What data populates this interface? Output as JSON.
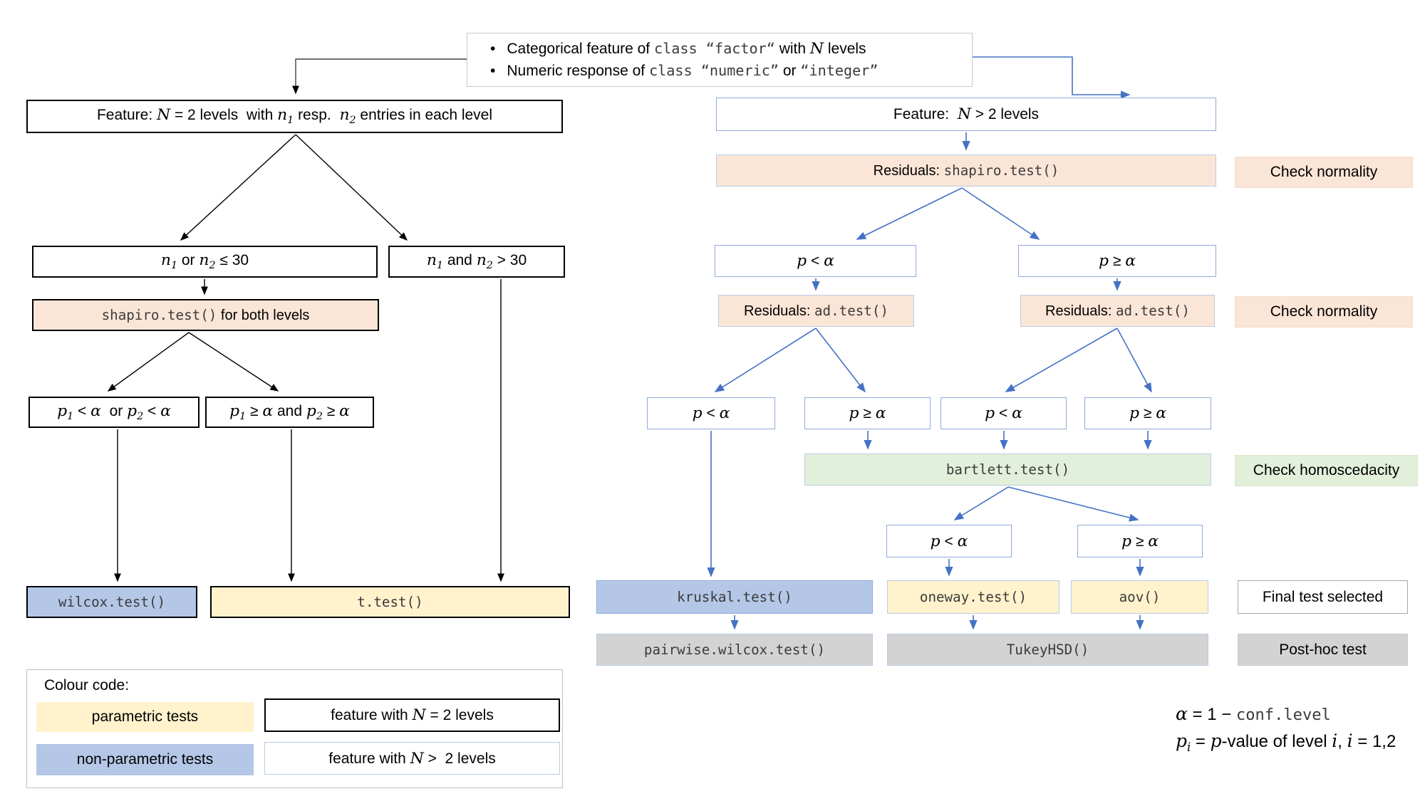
{
  "palette": {
    "parametric_fill": "#fff2cc",
    "nonparametric_fill": "#b4c7e7",
    "normality_fill": "#fbe5d6",
    "homoscedacity_fill": "#e2efda",
    "posthoc_fill": "#d3d3d3",
    "blue_border": "#8faadc",
    "blue_border_light": "#b9cce4",
    "arrow_blue": "#4472c4",
    "arrow_black": "#000000"
  },
  "note_box": {
    "bullet1": [
      {
        "t": "Categorical feature of "
      },
      {
        "t": "class “factor“",
        "c": "code"
      },
      {
        "t": " with "
      },
      {
        "t": "N",
        "c": "mi"
      },
      {
        "t": " levels"
      }
    ],
    "bullet2": [
      {
        "t": "Numeric response of "
      },
      {
        "t": "class “numeric”",
        "c": "code"
      },
      {
        "t": " or "
      },
      {
        "t": "“integer”",
        "c": "code"
      }
    ]
  },
  "left_tree": {
    "root": [
      {
        "t": "Feature: "
      },
      {
        "t": "N",
        "c": "mi"
      },
      {
        "t": " = 2 levels  with "
      },
      {
        "t": "n",
        "c": "mi"
      },
      {
        "t": "1",
        "c": "mi sub"
      },
      {
        "t": " resp.  "
      },
      {
        "t": "n",
        "c": "mi"
      },
      {
        "t": "2",
        "c": "mi sub"
      },
      {
        "t": " entries in each level"
      }
    ],
    "n_small": [
      {
        "t": "n",
        "c": "mi"
      },
      {
        "t": "1",
        "c": "mi sub"
      },
      {
        "t": " or "
      },
      {
        "t": "n",
        "c": "mi"
      },
      {
        "t": "2",
        "c": "mi sub"
      },
      {
        "t": " ≤ 30"
      }
    ],
    "n_large": [
      {
        "t": "n",
        "c": "mi"
      },
      {
        "t": "1",
        "c": "mi sub"
      },
      {
        "t": " and "
      },
      {
        "t": "n",
        "c": "mi"
      },
      {
        "t": "2",
        "c": "mi sub"
      },
      {
        "t": " > 30"
      }
    ],
    "shapiro": [
      {
        "t": "shapiro.test()",
        "c": "code"
      },
      {
        "t": " for both levels"
      }
    ],
    "p_small": [
      {
        "t": "p",
        "c": "mi"
      },
      {
        "t": "1",
        "c": "mi sub"
      },
      {
        "t": " < "
      },
      {
        "t": "α",
        "c": "mi"
      },
      {
        "t": "  or "
      },
      {
        "t": "p",
        "c": "mi"
      },
      {
        "t": "2",
        "c": "mi sub"
      },
      {
        "t": " < "
      },
      {
        "t": "α",
        "c": "mi"
      }
    ],
    "p_large": [
      {
        "t": "p",
        "c": "mi"
      },
      {
        "t": "1",
        "c": "mi sub"
      },
      {
        "t": " ≥ "
      },
      {
        "t": "α",
        "c": "mi"
      },
      {
        "t": " and "
      },
      {
        "t": "p",
        "c": "mi"
      },
      {
        "t": "2",
        "c": "mi sub"
      },
      {
        "t": " ≥ "
      },
      {
        "t": "α",
        "c": "mi"
      }
    ],
    "wilcox": [
      {
        "t": "wilcox.test()",
        "c": "code"
      }
    ],
    "ttest": [
      {
        "t": "t.test()",
        "c": "code"
      }
    ]
  },
  "right_tree": {
    "root": [
      {
        "t": "Feature:  "
      },
      {
        "t": "N",
        "c": "mi"
      },
      {
        "t": " > 2 levels"
      }
    ],
    "shapiro": [
      {
        "t": "Residuals: "
      },
      {
        "t": "shapiro.test()",
        "c": "code"
      }
    ],
    "p_lt_1": [
      {
        "t": "p",
        "c": "mi"
      },
      {
        "t": " < "
      },
      {
        "t": "α",
        "c": "mi"
      }
    ],
    "p_ge_1": [
      {
        "t": "p",
        "c": "mi"
      },
      {
        "t": " ≥ "
      },
      {
        "t": "α",
        "c": "mi"
      }
    ],
    "ad_left": [
      {
        "t": "Residuals: "
      },
      {
        "t": "ad.test()",
        "c": "code"
      }
    ],
    "ad_right": [
      {
        "t": "Residuals: "
      },
      {
        "t": "ad.test()",
        "c": "code"
      }
    ],
    "p_lt_2a": [
      {
        "t": "p",
        "c": "mi"
      },
      {
        "t": " < "
      },
      {
        "t": "α",
        "c": "mi"
      }
    ],
    "p_ge_2a": [
      {
        "t": "p",
        "c": "mi"
      },
      {
        "t": " ≥ "
      },
      {
        "t": "α",
        "c": "mi"
      }
    ],
    "p_lt_2b": [
      {
        "t": "p",
        "c": "mi"
      },
      {
        "t": " < "
      },
      {
        "t": "α",
        "c": "mi"
      }
    ],
    "p_ge_2b": [
      {
        "t": "p",
        "c": "mi"
      },
      {
        "t": " ≥ "
      },
      {
        "t": "α",
        "c": "mi"
      }
    ],
    "bartlett": [
      {
        "t": "bartlett.test()",
        "c": "code"
      }
    ],
    "p_lt_3": [
      {
        "t": "p",
        "c": "mi"
      },
      {
        "t": " < "
      },
      {
        "t": "α",
        "c": "mi"
      }
    ],
    "p_ge_3": [
      {
        "t": "p",
        "c": "mi"
      },
      {
        "t": " ≥ "
      },
      {
        "t": "α",
        "c": "mi"
      }
    ],
    "kruskal": [
      {
        "t": "kruskal.test()",
        "c": "code"
      }
    ],
    "oneway": [
      {
        "t": "oneway.test()",
        "c": "code"
      }
    ],
    "aov": [
      {
        "t": "aov()",
        "c": "code"
      }
    ],
    "pairwise": [
      {
        "t": "pairwise.wilcox.test()",
        "c": "code"
      }
    ],
    "tukey": [
      {
        "t": "TukeyHSD()",
        "c": "code"
      }
    ]
  },
  "side_labels": {
    "check_normality_1": "Check normality",
    "check_normality_2": "Check normality",
    "check_homoscedacity": "Check homoscedacity",
    "final_test": "Final test selected",
    "posthoc": "Post-hoc test"
  },
  "legend": {
    "title": "Colour code:",
    "parametric": "parametric tests",
    "nonparametric": "non-parametric tests",
    "n2": [
      {
        "t": "feature with "
      },
      {
        "t": "N",
        "c": "mi"
      },
      {
        "t": " = 2 levels"
      }
    ],
    "ngt2": [
      {
        "t": "feature with "
      },
      {
        "t": "N",
        "c": "mi"
      },
      {
        "t": " >  2 levels"
      }
    ]
  },
  "footnotes": {
    "alpha": [
      {
        "t": "α",
        "c": "mi"
      },
      {
        "t": " = 1 − "
      },
      {
        "t": "conf.level",
        "c": "code"
      }
    ],
    "p_i": [
      {
        "t": "p",
        "c": "mi"
      },
      {
        "t": "i",
        "c": "mi sub"
      },
      {
        "t": " = "
      },
      {
        "t": "p",
        "c": "mi"
      },
      {
        "t": "-value of level "
      },
      {
        "t": "i",
        "c": "mi"
      },
      {
        "t": ", "
      },
      {
        "t": "i",
        "c": "mi"
      },
      {
        "t": " = 1,2"
      }
    ]
  }
}
